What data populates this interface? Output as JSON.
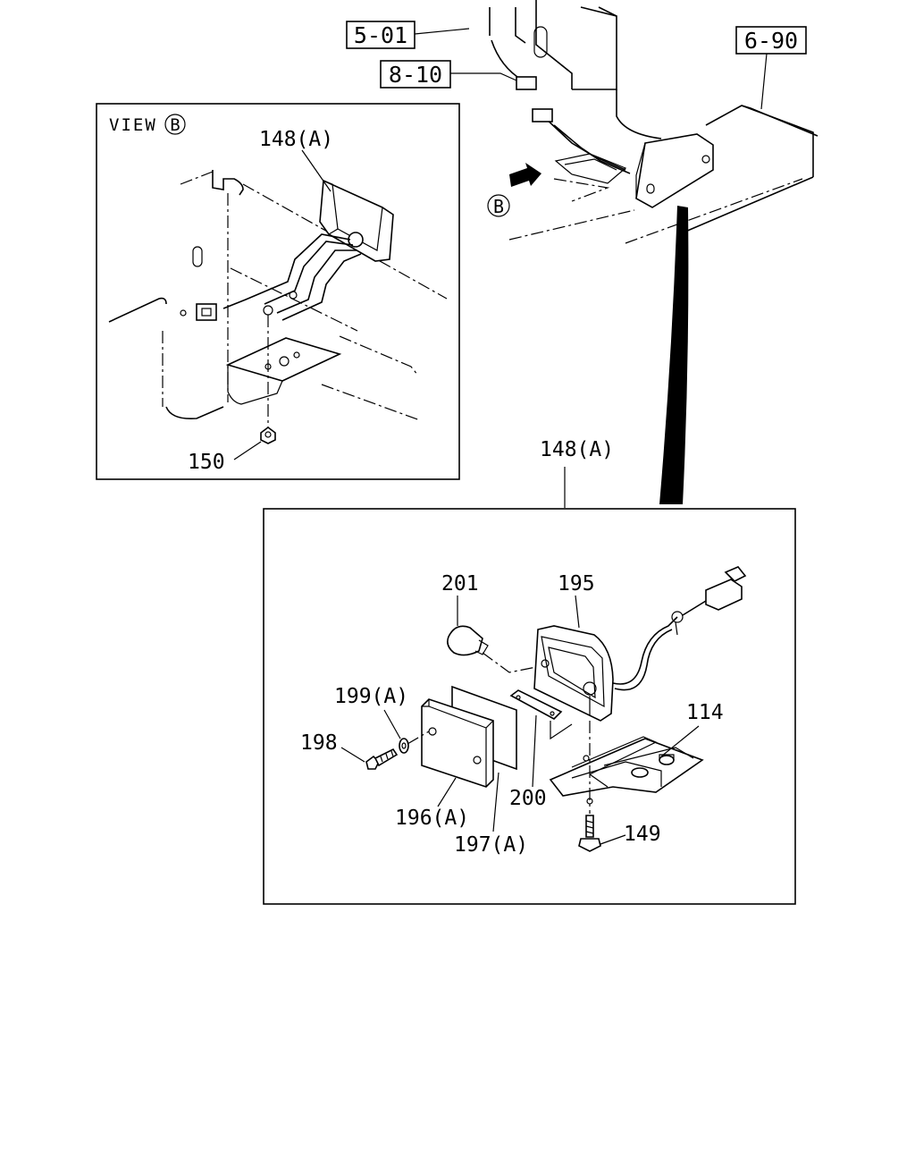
{
  "references": {
    "ref_5_01": "5-01",
    "ref_8_10": "8-10",
    "ref_6_90": "6-90"
  },
  "view_marker": {
    "view_label": "VIEW",
    "view_letter": "B",
    "arrow_letter": "B"
  },
  "view_b": {
    "lamp_label": "148(A)",
    "nut_label": "150"
  },
  "detail": {
    "assembly_label": "148(A)",
    "parts": {
      "bulb": "201",
      "housing": "195",
      "bracket": "114",
      "washer": "199(A)",
      "screw": "198",
      "lens": "196(A)",
      "gasket": "197(A)",
      "plate": "200",
      "bolt": "149"
    }
  }
}
